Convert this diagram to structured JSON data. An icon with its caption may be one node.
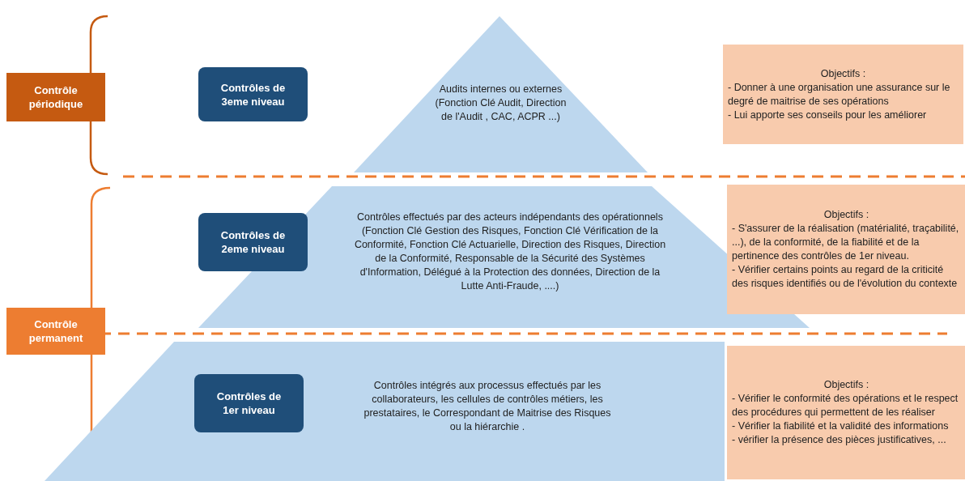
{
  "diagram": {
    "nodes": [
      {
        "text": [
          "Contrôle périodique"
        ]
      },
      {
        "text": [
          "Contrôles de 3eme niveau"
        ]
      },
      {
        "text": [
          "Audits internes ou externes",
          "(Fonction Clé Audit, Direction de l'Audit , CAC, ACPR ...)"
        ]
      },
      {
        "text": [
          "Objectifs :",
          "- Donner à une organisation une assurance sur le degré de maitrise de ses opérations",
          "- Lui apporte ses conseils pour les améliorer"
        ]
      },
      {
        "text": [
          "Contrôle permanent"
        ]
      },
      {
        "text": [
          "Contrôles de 2eme niveau"
        ]
      },
      {
        "text": [
          "Contrôles effectués par des acteurs indépendants des opérationnels",
          "(Fonction Clé Gestion des Risques, Fonction Clé Vérification de la Conformité, Fonction Clé Actuarielle, Direction des Risques, Direction de la Conformité, Responsable de la Sécurité des Systèmes d'Information, Délégué à la Protection des données, Direction de la Lutte Anti-Fraude, ....)"
        ]
      },
      {
        "text": [
          "Objectifs :",
          "- S'assurer de la réalisation (matérialité, traçabilité, ...), de la conformité, de la fiabilité et de la pertinence des contrôles de 1er niveau.",
          "- Vérifier certains points au regard de la criticité des risques identifiés ou de l'évolution du contexte"
        ]
      },
      {
        "text": [
          "Contrôles de 1er niveau"
        ],
        "in": 9
      },
      {
        "text": [
          "Contrôles intégrés aux processus effectués par les collaborateurs, les cellules de contrôles métiers, les prestataires, le Correspondant de Maitrise des Risques ou la hiérarchie ."
        ]
      },
      {
        "text": [
          "Objectifs :",
          "- Vérifier le conformité des opérations et le respect des procédures qui permettent de les réaliser",
          "- Vérifier la fiabilité et la validité des informations",
          "- vérifier la présence des pièces justificatives, ..."
        ]
      }
    ],
    "edges": []
  }
}
